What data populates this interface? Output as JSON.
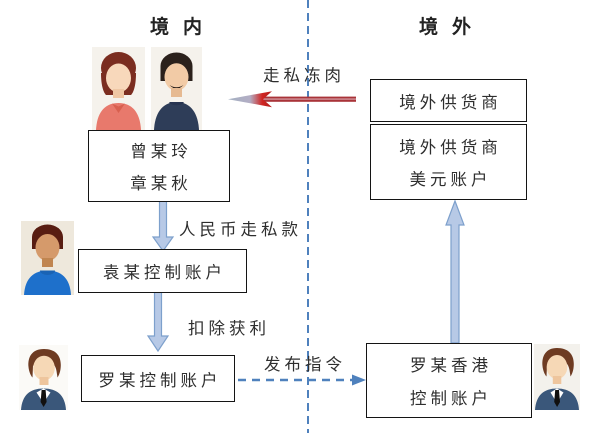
{
  "page": {
    "background": "#ffffff",
    "type": "money-flow-diagram"
  },
  "regions": {
    "domestic": {
      "label": "境内"
    },
    "overseas": {
      "label": "境外"
    }
  },
  "divider": {
    "style": "dashed-vertical",
    "color": "#4f81bd"
  },
  "nodes": {
    "zeng_zhang": {
      "line1": "曾某玲",
      "line2": "章某秋"
    },
    "supplier": {
      "label": "境外供货商"
    },
    "supplier_usd": {
      "line1": "境外供货商",
      "line2": "美元账户"
    },
    "yuan_account": {
      "label": "袁某控制账户"
    },
    "luo_account": {
      "label": "罗某控制账户"
    },
    "luo_hk": {
      "line1": "罗某香港",
      "line2": "控制账户"
    }
  },
  "edges": {
    "smuggle_meat": {
      "label": "走私冻肉",
      "direction": "right-to-left",
      "color": "#bf2420"
    },
    "rmb_payment": {
      "label": "人民币走私款",
      "direction": "down",
      "color": "#b7c9e6"
    },
    "deduct_profit": {
      "label": "扣除获利",
      "direction": "down",
      "color": "#b7c9e6"
    },
    "issue_order": {
      "label": "发布指令",
      "direction": "left-to-right",
      "style": "dashed",
      "color": "#4f81bd"
    },
    "remit_up": {
      "label": "",
      "direction": "up",
      "color": "#b7c9e6"
    }
  },
  "avatars": {
    "top_left": "woman-red-top-icon",
    "top_right": "man-mustache-navy-icon",
    "mid_left": "man-blue-shirt-icon",
    "bottom_left": "man-suit-icon",
    "bottom_right": "man-suit-icon"
  },
  "colors": {
    "arrow_fill": "#b7c9e6",
    "arrow_stroke": "#7da0cc",
    "dashed_blue": "#4f81bd",
    "red_arrow": "#a93439",
    "box_border": "#141414"
  }
}
